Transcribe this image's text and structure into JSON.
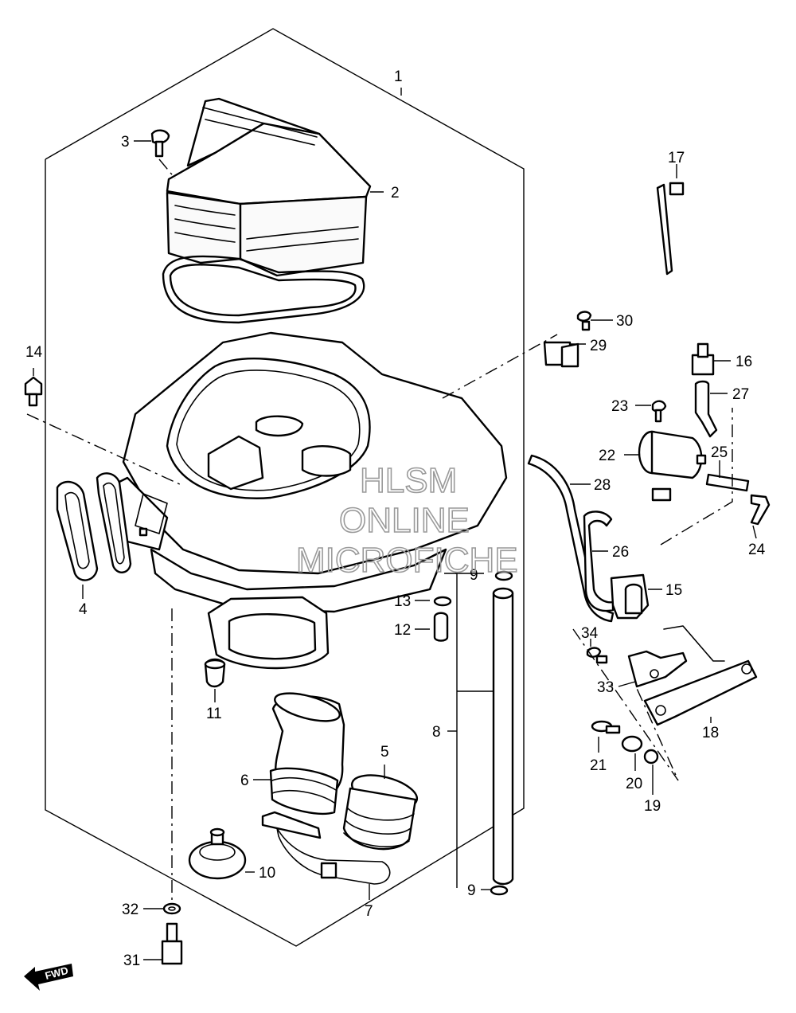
{
  "watermark": {
    "line1": "HLSM",
    "line2": "ONLINE",
    "line3": "MICROFICHE"
  },
  "direction_badge": "FWD",
  "callouts": {
    "p1": "1",
    "p2": "2",
    "p3": "3",
    "p4": "4",
    "p5": "5",
    "p6": "6",
    "p7": "7",
    "p8": "8",
    "p9a": "9",
    "p9b": "9",
    "p10": "10",
    "p11": "11",
    "p12": "12",
    "p13": "13",
    "p14": "14",
    "p15": "15",
    "p16": "16",
    "p17": "17",
    "p18": "18",
    "p19": "19",
    "p20": "20",
    "p21": "21",
    "p22": "22",
    "p23": "23",
    "p24": "24",
    "p25": "25",
    "p26": "26",
    "p27": "27",
    "p28": "28",
    "p29": "29",
    "p30": "30",
    "p31": "31",
    "p32": "32",
    "p33": "33",
    "p34": "34"
  }
}
